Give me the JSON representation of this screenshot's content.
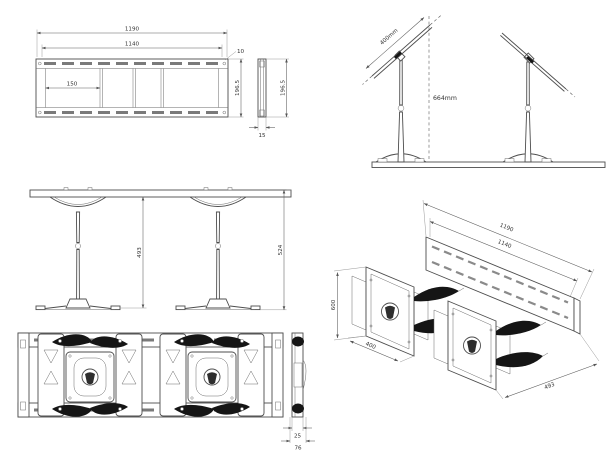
{
  "page": {
    "title": "TV mount technical drawing",
    "background": "#ffffff",
    "line_color": "#4d4d4d",
    "arm_color": "#151515"
  },
  "views": {
    "rail_plan": {
      "name": "wall rail plan view",
      "dim_overall": "1190",
      "dim_slot_span": "1140",
      "dim_pitch": "150",
      "dim_slot": "10",
      "dim_height": "196.5"
    },
    "rail_edge": {
      "name": "wall rail edge view",
      "dim_height": "196.5",
      "dim_thickness": "15"
    },
    "stands_tilted": {
      "name": "pedestal stands tilted side view",
      "dim_plate": "400mm",
      "dim_height": "664mm"
    },
    "stands_front": {
      "name": "pedestal stands front view",
      "dim_inner_height": "493",
      "dim_total_height": "524"
    },
    "assembly_front": {
      "name": "folded assembly front view",
      "dim_depth_folded": "25",
      "dim_depth_total": "76"
    },
    "assembly_perspective": {
      "name": "assembly perspective view",
      "dim_overall": "1190",
      "dim_rail": "1140",
      "dim_height": "600",
      "dim_width": "400",
      "dim_depth": "493"
    }
  }
}
